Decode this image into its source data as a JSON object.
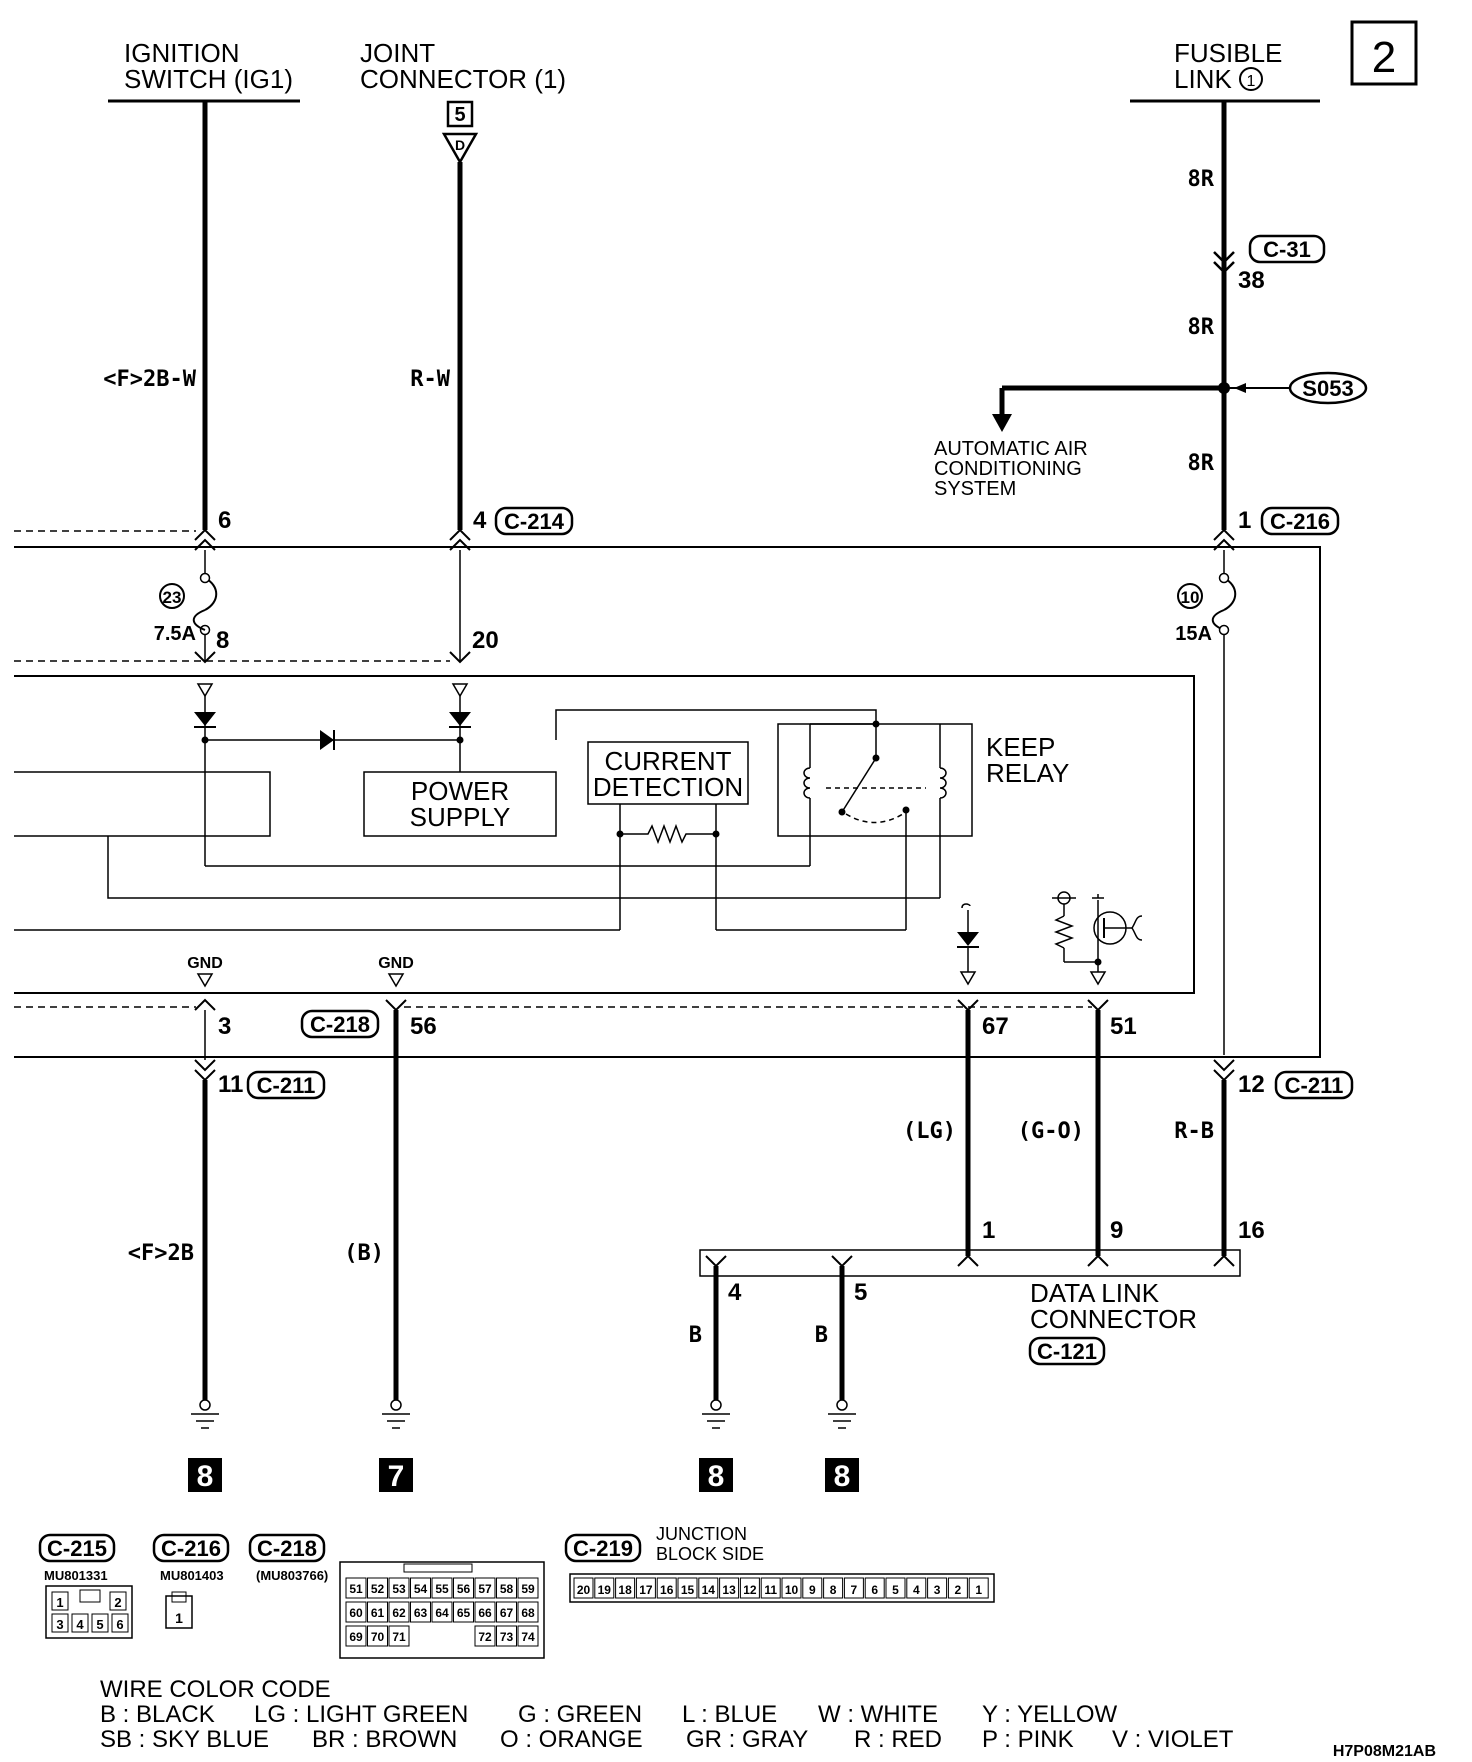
{
  "page_number": "2",
  "diagram_code": "H7P08M21AB",
  "sources": {
    "ignition": "IGNITION SWITCH (IG1)",
    "joint_line1": "JOINT",
    "joint_line2": "CONNECTOR (1)",
    "joint_ref": "5",
    "fusible_line1": "FUSIBLE",
    "fusible_line2": "LINK",
    "fusible_num": "1"
  },
  "wires": {
    "ign": "<F>2B-W",
    "joint": "R-W",
    "fusible_top": "8R",
    "fusible_mid": "8R",
    "fusible_low": "8R",
    "lg": "(LG)",
    "go": "(G-O)",
    "rb": "R-B",
    "f2b": "<F>2B",
    "b_paren": "(B)",
    "b4": "B",
    "b5": "B"
  },
  "connectors": {
    "c31": "C-31",
    "c31_pin": "38",
    "s053": "S053",
    "c214": "C-214",
    "c216": "C-216",
    "c218": "C-218",
    "c211a": "C-211",
    "c211b": "C-211",
    "c121": "C-121"
  },
  "pins": {
    "p6": "6",
    "p4": "4",
    "p1": "1",
    "p8": "8",
    "p20": "20",
    "p3": "3",
    "p56": "56",
    "p67": "67",
    "p51": "51",
    "p11": "11",
    "p12": "12",
    "dl1": "1",
    "dl9": "9",
    "dl16": "16",
    "dl4": "4",
    "dl5": "5"
  },
  "fuses": {
    "f23": "23",
    "f23_rating": "7.5A",
    "f10": "10",
    "f10_rating": "15A"
  },
  "blocks": {
    "aac_1": "AUTOMATIC AIR",
    "aac_2": "CONDITIONING",
    "aac_3": "SYSTEM",
    "power_1": "POWER",
    "power_2": "SUPPLY",
    "current_1": "CURRENT",
    "current_2": "DETECTION",
    "keep_1": "KEEP",
    "keep_2": "RELAY",
    "gnd1": "GND",
    "gnd2": "GND",
    "dlc_1": "DATA LINK",
    "dlc_2": "CONNECTOR"
  },
  "grounds": [
    "8",
    "7",
    "8",
    "8"
  ],
  "connector_views": {
    "c215": "C-215",
    "c215_part": "MU801331",
    "c215_pins_top": [
      "1",
      "",
      "2"
    ],
    "c215_pins_bottom": [
      "3",
      "4",
      "5",
      "6"
    ],
    "c216": "C-216",
    "c216_part": "MU801403",
    "c216_pin": "1",
    "c218": "C-218",
    "c218_part": "(MU803766)",
    "c218_row1": [
      "51",
      "52",
      "53",
      "54",
      "55",
      "56",
      "57",
      "58",
      "59"
    ],
    "c218_row2": [
      "60",
      "61",
      "62",
      "63",
      "64",
      "65",
      "66",
      "67",
      "68"
    ],
    "c218_row3": [
      "69",
      "70",
      "71",
      "",
      "",
      "",
      "72",
      "73",
      "74"
    ],
    "c219": "C-219",
    "c219_label_1": "JUNCTION",
    "c219_label_2": "BLOCK SIDE",
    "c219_pins": [
      "20",
      "19",
      "18",
      "17",
      "16",
      "15",
      "14",
      "13",
      "12",
      "11",
      "10",
      "9",
      "8",
      "7",
      "6",
      "5",
      "4",
      "3",
      "2",
      "1"
    ]
  },
  "color_code": {
    "title": "WIRE COLOR CODE",
    "row1": [
      "B : BLACK",
      "LG : LIGHT GREEN",
      "G : GREEN",
      "L : BLUE",
      "W : WHITE",
      "Y : YELLOW"
    ],
    "row2": [
      "SB : SKY BLUE",
      "BR : BROWN",
      "O : ORANGE",
      "GR : GRAY",
      "R : RED",
      "P : PINK",
      "V : VIOLET"
    ]
  }
}
